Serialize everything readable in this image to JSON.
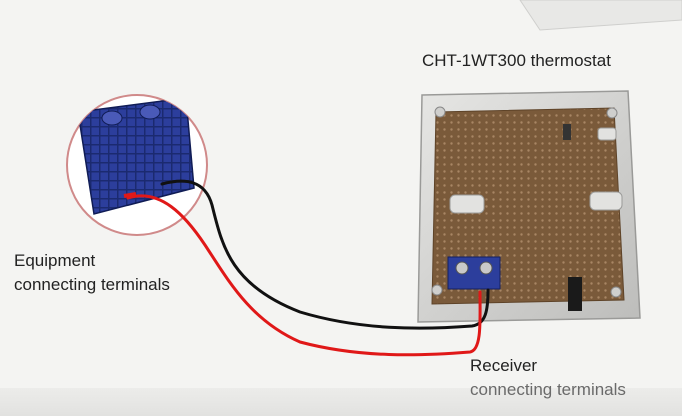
{
  "labels": {
    "thermostat_title": "CHT-1WT300 thermostat",
    "equipment_line1": "Equipment",
    "equipment_line2": "connecting terminals",
    "receiver_line1": "Receiver",
    "receiver_line2": "connecting terminals"
  },
  "colors": {
    "background": "#f4f4f2",
    "circle_outline": "#d08a8a",
    "terminal_blue": "#2c3e9c",
    "board_brown": "#7a5a3a",
    "wire_red": "#e01818",
    "wire_black": "#111111",
    "housing_grey": "#d2d2d0"
  }
}
